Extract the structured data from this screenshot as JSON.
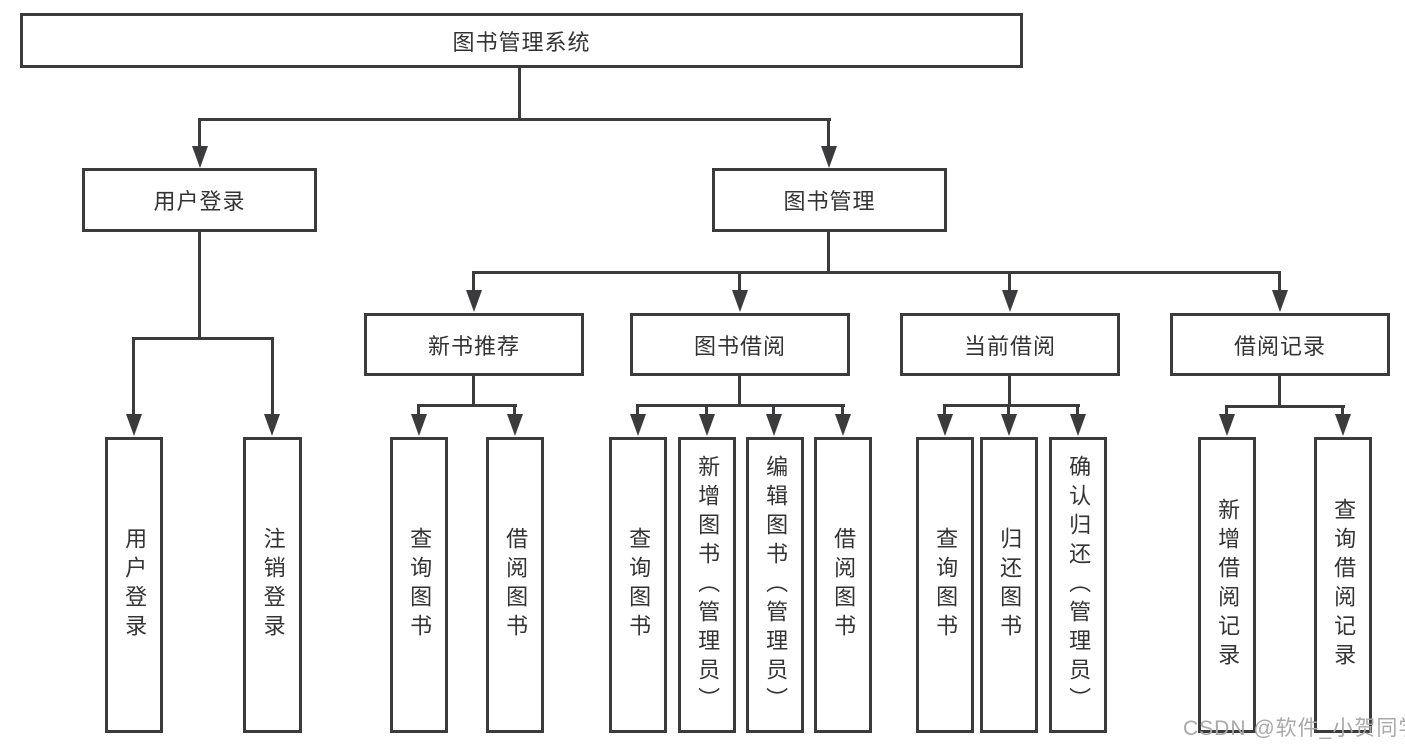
{
  "colors": {
    "line": "#3b3b3d",
    "text": "#333333",
    "watermark": "#a9a9a9",
    "bg": "#ffffff"
  },
  "watermark": {
    "text": "CSDN @软件_小贺同学"
  },
  "tree": {
    "root": {
      "label": "图书管理系统"
    },
    "branches": [
      {
        "label": "用户登录",
        "children": [
          {
            "label": "用户登录"
          },
          {
            "label": "注销登录"
          }
        ]
      },
      {
        "label": "图书管理",
        "children": [
          {
            "label": "新书推荐",
            "children": [
              {
                "label": "查询图书"
              },
              {
                "label": "借阅图书"
              }
            ]
          },
          {
            "label": "图书借阅",
            "children": [
              {
                "label": "查询图书"
              },
              {
                "label": "新增图书（管理员）"
              },
              {
                "label": "编辑图书（管理员）"
              },
              {
                "label": "借阅图书"
              }
            ]
          },
          {
            "label": "当前借阅",
            "children": [
              {
                "label": "查询图书"
              },
              {
                "label": "归还图书"
              },
              {
                "label": "确认归还（管理员）"
              }
            ]
          },
          {
            "label": "借阅记录",
            "children": [
              {
                "label": "新增借阅记录"
              },
              {
                "label": "查询借阅记录"
              }
            ]
          }
        ]
      }
    ]
  }
}
